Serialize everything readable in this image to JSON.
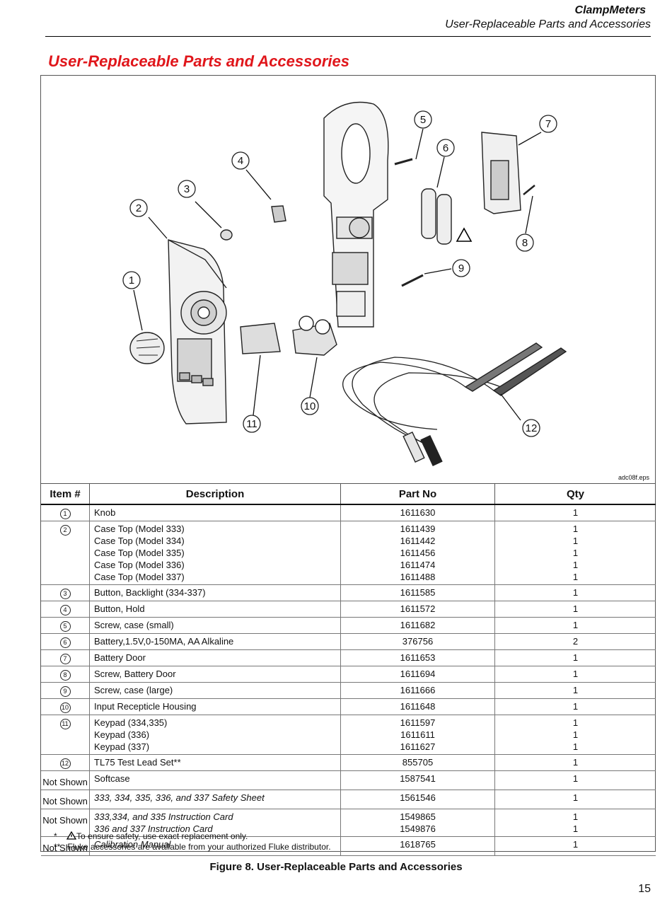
{
  "header": {
    "title": "ClampMeters",
    "subtitle": "User-Replaceable Parts and Accessories"
  },
  "section_title": "User-Replaceable Parts and Accessories",
  "figure_file": "adc08f.eps",
  "callouts": [
    "1",
    "2",
    "3",
    "4",
    "5",
    "6",
    "7",
    "8",
    "9",
    "10",
    "11",
    "12"
  ],
  "table": {
    "headers": {
      "item": "Item #",
      "description": "Description",
      "part_no": "Part No",
      "qty": "Qty"
    },
    "rows": [
      {
        "item": "1",
        "descriptions": [
          "Knob"
        ],
        "parts": [
          "1611630"
        ],
        "qtys": [
          "1"
        ]
      },
      {
        "item": "2",
        "descriptions": [
          "Case Top (Model 333)",
          "Case Top (Model 334)",
          "Case Top (Model 335)",
          "Case Top (Model 336)",
          "Case Top (Model 337)"
        ],
        "parts": [
          "1611439",
          "1611442",
          "1611456",
          "1611474",
          "1611488"
        ],
        "qtys": [
          "1",
          "1",
          "1",
          "1",
          "1"
        ]
      },
      {
        "item": "3",
        "descriptions": [
          "Button, Backlight (334-337)"
        ],
        "parts": [
          "1611585"
        ],
        "qtys": [
          "1"
        ]
      },
      {
        "item": "4",
        "descriptions": [
          "Button, Hold"
        ],
        "parts": [
          "1611572"
        ],
        "qtys": [
          "1"
        ]
      },
      {
        "item": "5",
        "descriptions": [
          "Screw, case (small)"
        ],
        "parts": [
          "1611682"
        ],
        "qtys": [
          "1"
        ]
      },
      {
        "item": "6",
        "descriptions": [
          "Battery,1.5V,0-150MA, AA Alkaline"
        ],
        "parts": [
          "376756"
        ],
        "qtys": [
          "2"
        ]
      },
      {
        "item": "7",
        "descriptions": [
          "Battery Door"
        ],
        "parts": [
          "1611653"
        ],
        "qtys": [
          "1"
        ]
      },
      {
        "item": "8",
        "descriptions": [
          "Screw, Battery Door"
        ],
        "parts": [
          "1611694"
        ],
        "qtys": [
          "1"
        ]
      },
      {
        "item": "9",
        "descriptions": [
          "Screw, case (large)"
        ],
        "parts": [
          "1611666"
        ],
        "qtys": [
          "1"
        ]
      },
      {
        "item": "10",
        "descriptions": [
          "Input Recepticle Housing"
        ],
        "parts": [
          "1611648"
        ],
        "qtys": [
          "1"
        ]
      },
      {
        "item": "11",
        "descriptions": [
          "Keypad (334,335)",
          "Keypad (336)",
          "Keypad (337)"
        ],
        "parts": [
          "1611597",
          "1611611",
          "1611627"
        ],
        "qtys": [
          "1",
          "1",
          "1"
        ]
      },
      {
        "item": "12",
        "descriptions": [
          "TL75 Test Lead Set**"
        ],
        "parts": [
          "855705"
        ],
        "qtys": [
          "1"
        ]
      },
      {
        "item": "Not Shown",
        "descriptions": [
          "Softcase"
        ],
        "parts": [
          "1587541"
        ],
        "qtys": [
          "1"
        ]
      },
      {
        "item": "Not Shown",
        "descriptions": [
          "333, 334, 335, 336, and 337 Safety Sheet"
        ],
        "parts": [
          "1561546"
        ],
        "qtys": [
          "1"
        ],
        "italic": true
      },
      {
        "item": "Not Shown",
        "descriptions": [
          "333,334, and 335 Instruction Card",
          "336 and 337 Instruction Card"
        ],
        "parts": [
          "1549865",
          "1549876"
        ],
        "qtys": [
          "1",
          "1"
        ],
        "italic": true
      },
      {
        "item": "Not Shown",
        "descriptions": [
          "Calibration Manual"
        ],
        "parts": [
          "1618765"
        ],
        "qtys": [
          "1"
        ],
        "italic": true
      }
    ]
  },
  "footnotes": {
    "star1": "*",
    "note1": "To ensure safety, use exact replacement only.",
    "star2": "**",
    "note2": "Fluke accessories are available from your authorized Fluke distributor."
  },
  "caption": "Figure 8. User-Replaceable Parts and Accessories",
  "page_number": "15"
}
